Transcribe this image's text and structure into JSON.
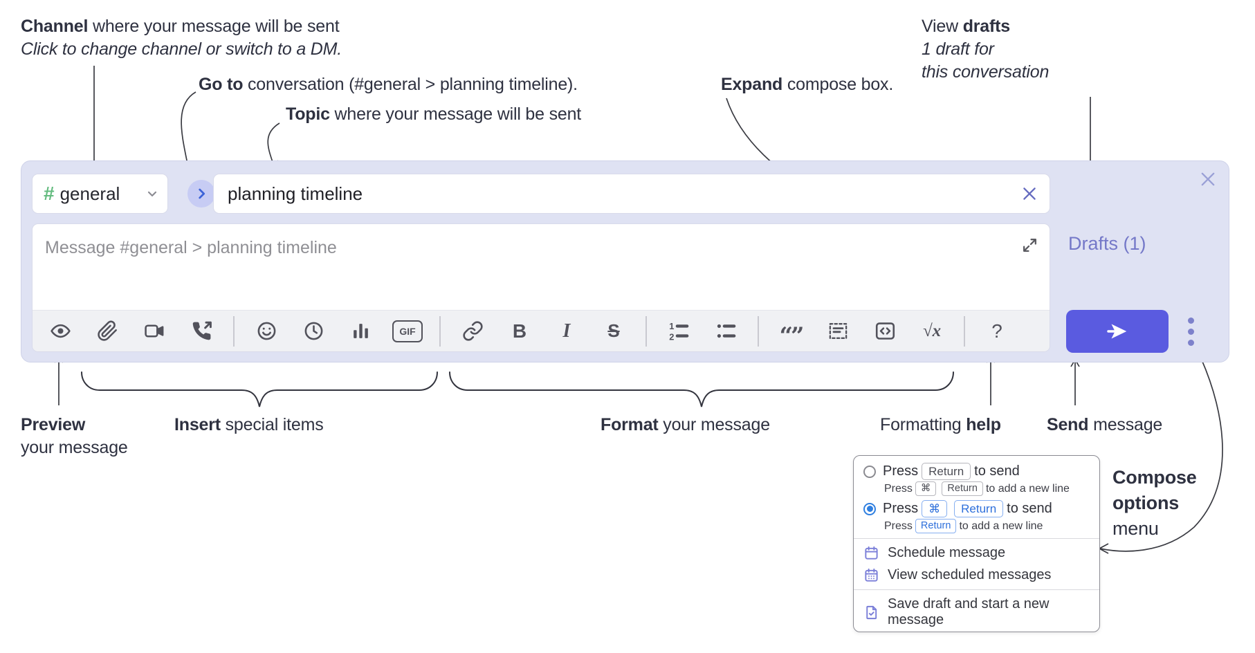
{
  "colors": {
    "annotation_text": "#2e3140",
    "compose_bg": "#dfe2f3",
    "accent_indigo": "#5a5be0",
    "link_purple": "#7478c8",
    "hash_green": "#63bb7f",
    "go_blue": "#3c63d8",
    "go_circle_bg": "#c7ccf4",
    "icon_gray": "#52525b",
    "key_blue": "#2d6fdb",
    "radio_blue": "#2f7fe0"
  },
  "annotations": {
    "channel": {
      "bold": "Channel",
      "rest": " where your message will be sent",
      "subtitle": "Click to change channel or switch to a DM."
    },
    "go_to": {
      "bold": "Go to",
      "rest": " conversation (#general > planning timeline)."
    },
    "topic": {
      "bold": "Topic",
      "rest": " where your message will be sent"
    },
    "expand": {
      "bold": "Expand",
      "rest": " compose box."
    },
    "view_drafts": {
      "pre": "View ",
      "bold": "drafts",
      "line2": "1 draft for",
      "line3": "this conversation"
    },
    "preview": {
      "bold": "Preview",
      "line2": "your message"
    },
    "insert": {
      "bold": "Insert",
      "rest": " special items"
    },
    "format": {
      "bold": "Format",
      "rest": " your message"
    },
    "formatting_help": {
      "pre": "Formatting ",
      "bold": "help"
    },
    "send": {
      "bold": "Send",
      "rest": " message"
    },
    "compose_options": {
      "line1": "Compose",
      "line2": "options",
      "line3": "menu"
    }
  },
  "compose": {
    "channel": {
      "hash": "#",
      "name": "general"
    },
    "topic_value": "planning timeline",
    "message_placeholder": "Message #general > planning timeline",
    "drafts_link": "Drafts (1)",
    "toolbar": {
      "groups": [
        [
          {
            "name": "preview-eye-icon",
            "svg": "eye"
          },
          {
            "name": "attach-file-icon",
            "svg": "paperclip"
          },
          {
            "name": "video-call-icon",
            "svg": "video"
          },
          {
            "name": "voice-call-icon",
            "svg": "phone"
          }
        ],
        [
          {
            "name": "emoji-icon",
            "svg": "smiley"
          },
          {
            "name": "time-icon",
            "svg": "clock"
          },
          {
            "name": "poll-icon",
            "svg": "chart"
          },
          {
            "name": "gif-icon",
            "glyph": "GIF",
            "cls": "gif-box"
          }
        ],
        [
          {
            "name": "link-icon",
            "svg": "link"
          },
          {
            "name": "bold-icon",
            "glyph": "B",
            "cls": "g-b"
          },
          {
            "name": "italic-icon",
            "glyph": "I",
            "cls": "g-i"
          },
          {
            "name": "strikethrough-icon",
            "glyph": "S",
            "cls": "g-s"
          }
        ],
        [
          {
            "name": "numbered-list-icon",
            "svg": "olist"
          },
          {
            "name": "bulleted-list-icon",
            "svg": "ulist"
          }
        ],
        [
          {
            "name": "quote-icon",
            "glyph": "“”",
            "cls": "g-q"
          },
          {
            "name": "spoiler-icon",
            "svg": "spoiler"
          },
          {
            "name": "code-icon",
            "svg": "code"
          },
          {
            "name": "math-icon",
            "glyph": "√x",
            "cls": "g-m"
          }
        ],
        [
          {
            "name": "help-icon",
            "glyph": "?",
            "cls": "g-h"
          }
        ]
      ]
    }
  },
  "menu": {
    "radio_options": [
      {
        "selected": false,
        "main": {
          "pre": "Press",
          "keys": [
            "Return"
          ],
          "keys_blue": false,
          "post": "to send"
        },
        "sub": {
          "pre": "Press",
          "keys": [
            "⌘",
            "Return"
          ],
          "keys_blue": false,
          "post": "to add a new line"
        }
      },
      {
        "selected": true,
        "main": {
          "pre": "Press",
          "keys": [
            "⌘",
            "Return"
          ],
          "keys_blue": true,
          "post": "to send"
        },
        "sub": {
          "pre": "Press",
          "keys": [
            "Return"
          ],
          "keys_blue": true,
          "post": "to add a new line"
        }
      }
    ],
    "items": [
      {
        "icon": "calendar-icon",
        "label": "Schedule message"
      },
      {
        "icon": "calendar-scheduled-icon",
        "label": "View scheduled messages"
      },
      {
        "icon": "save-draft-icon",
        "label": "Save draft and start a new message"
      }
    ]
  }
}
